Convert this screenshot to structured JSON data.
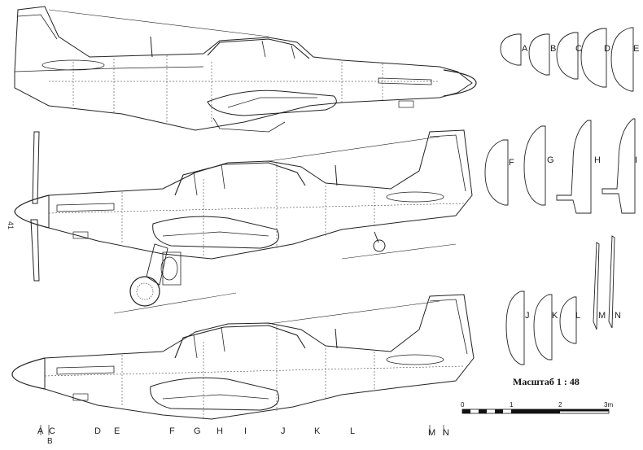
{
  "page_number": "41",
  "scale": {
    "title": "Масштаб 1 : 48",
    "ticks": [
      "0",
      "1",
      "2",
      "3m"
    ]
  },
  "section_profiles": [
    {
      "id": "A",
      "label": "A"
    },
    {
      "id": "B",
      "label": "B"
    },
    {
      "id": "C",
      "label": "C"
    },
    {
      "id": "D",
      "label": "D"
    },
    {
      "id": "E",
      "label": "E"
    },
    {
      "id": "F",
      "label": "F"
    },
    {
      "id": "G",
      "label": "G"
    },
    {
      "id": "H",
      "label": "H"
    },
    {
      "id": "I",
      "label": "I"
    },
    {
      "id": "J",
      "label": "J"
    },
    {
      "id": "K",
      "label": "K"
    },
    {
      "id": "L",
      "label": "L"
    },
    {
      "id": "M",
      "label": "M"
    },
    {
      "id": "N",
      "label": "N"
    }
  ],
  "section_station_labels": {
    "A": "A",
    "B": "B",
    "C": "C",
    "D": "D",
    "E": "E",
    "F": "F",
    "G": "G",
    "H": "H",
    "I": "I",
    "J": "J",
    "K": "K",
    "L": "L",
    "M": "M",
    "N": "N"
  },
  "colors": {
    "line": "#222222",
    "paper": "#ffffff"
  }
}
